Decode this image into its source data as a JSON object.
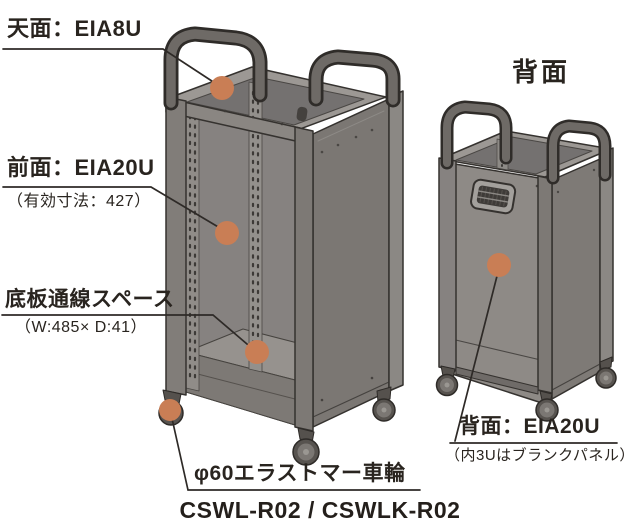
{
  "colors": {
    "accent_dot": "#c97e55",
    "callout_line": "#2e2a27",
    "frame_outline": "#35322f",
    "panel_gray": "#8e8a86",
    "text": "#29241f"
  },
  "annotations": {
    "top_face": {
      "label": "天面：EIA8U"
    },
    "front_face": {
      "label": "前面：EIA20U",
      "note": "（有効寸法：427）"
    },
    "bottom_plate": {
      "label": "底板通線スペース",
      "note": "（W:485× D:41）"
    },
    "casters": {
      "label": "φ60エラストマー車輪"
    },
    "rear_view": {
      "heading": "背面"
    },
    "rear_face": {
      "label": "背面：EIA20U",
      "note": "（内3Uはブランクパネル）"
    }
  },
  "product": {
    "model_names": "CSWL-R02 / CSWLK-R02"
  }
}
